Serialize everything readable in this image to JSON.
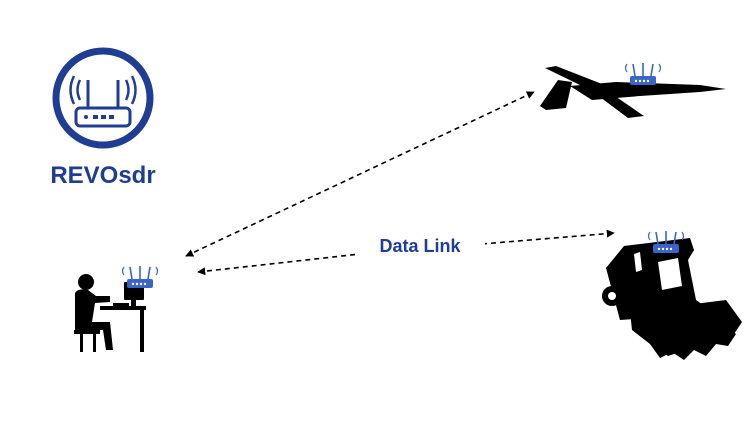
{
  "brand": {
    "name": "REVOsdr",
    "logo_icon": "wifi-router-icon",
    "color": "#1f3e93"
  },
  "link": {
    "label": "Data Link",
    "color": "#1f3e93"
  },
  "nodes": [
    {
      "id": "operator",
      "icon": "operator-at-computer-icon"
    },
    {
      "id": "aircraft",
      "icon": "fixed-wing-drone-icon"
    },
    {
      "id": "harvester",
      "icon": "combine-harvester-icon"
    }
  ],
  "colors": {
    "ink": "#000000",
    "router_blue": "#3a64c8",
    "background": "#ffffff"
  }
}
